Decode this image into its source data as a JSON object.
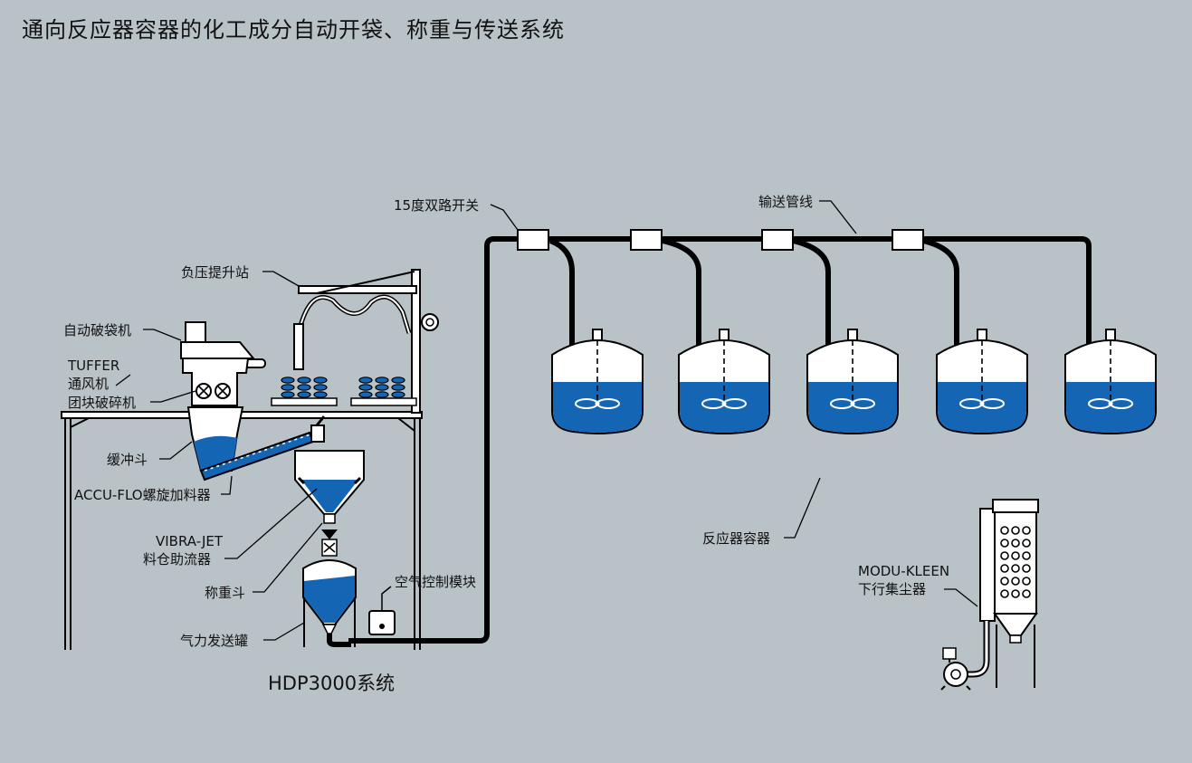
{
  "title": "通向反应器容器的化工成分自动开袋、称重与传送系统",
  "labels": {
    "switch": "15度双路开关",
    "conveying_line": "输送管线",
    "vacuum_station": "负压提升站",
    "bag_breaker": "自动破袋机",
    "tuffer_1": "TUFFER",
    "tuffer_2": "通风机",
    "lump_breaker": "团块破碎机",
    "surge_hopper": "缓冲斗",
    "screw_feeder": "ACCU-FLO螺旋加料器",
    "vibra_1": "VIBRA-JET",
    "vibra_2": "料仓助流器",
    "weigh_hopper": "称重斗",
    "transporter": "气力发送罐",
    "air_control": "空气控制模块",
    "system_name": "HDP3000系统",
    "reactor": "反应器容器",
    "modu_1": "MODU-KLEEN",
    "modu_2": "下行集尘器"
  },
  "colors": {
    "background": "#b9c3c7",
    "liquid": "#1565b5",
    "vessel": "#ffffff",
    "line": "#000000"
  }
}
